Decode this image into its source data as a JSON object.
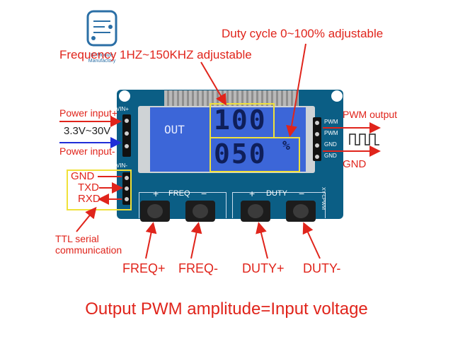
{
  "annotations": {
    "duty_cycle": "Duty cycle 0~100% adjustable",
    "frequency": "Frequency 1HZ~150KHZ adjustable",
    "power_input_plus": "Power input+",
    "voltage_range": "3.3V~30V",
    "power_input_minus": "Power input-",
    "gnd": "GND",
    "txd": "TXD",
    "rxd": "RXD",
    "ttl_serial": "TTL serial\ncommunication",
    "pwm_output": "PWM output",
    "gnd_right": "GND",
    "freq_plus": "FREQ+",
    "freq_minus": "FREQ-",
    "duty_plus": "DUTY+",
    "duty_minus": "DUTY-",
    "footer": "Output PWM amplitude=Input voltage"
  },
  "logo": {
    "text": "IC Module Manufactory",
    "icon": "circuit-logo-icon"
  },
  "board": {
    "lcd_out": "OUT",
    "freq_display": "100",
    "duty_display": "050",
    "percent_sign": "%",
    "vin_plus": "VIN+",
    "vin_minus": "VIN-",
    "pwm1": "PWM",
    "pwm2": "PWM",
    "gnd1": "GND",
    "gnd2": "GND",
    "freq_label": "FREQ",
    "duty_label": "DUTY",
    "plus_sign": "+",
    "minus_sign": "−",
    "model": "XY-LPWM"
  },
  "colors": {
    "annotation": "#e0241b",
    "board": "#0b5e85",
    "lcd": "#3c66d8",
    "highlight_box": "#f0e13a"
  }
}
